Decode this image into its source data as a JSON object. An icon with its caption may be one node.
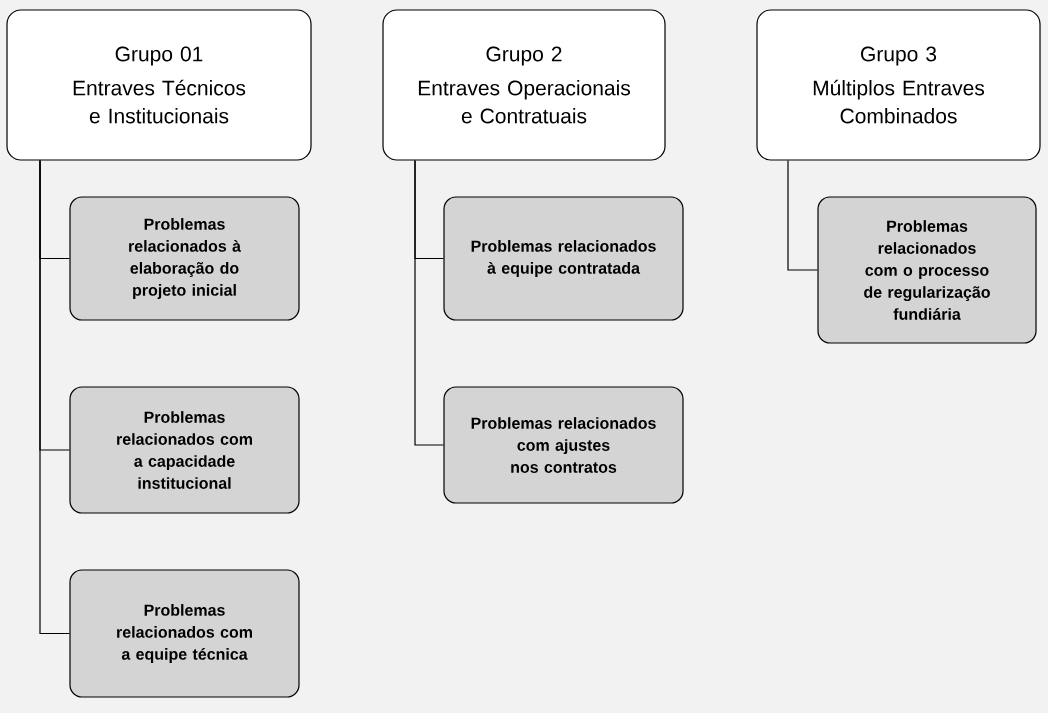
{
  "diagram": {
    "nodes": [
      {
        "text": [
          "Grupo 01",
          "Entraves Técnicos e Institucionais"
        ]
      },
      {
        "text": [
          "Grupo 2",
          "Entraves Operacionais e Contratuais"
        ]
      },
      {
        "text": [
          "Grupo 3",
          "Múltiplos Entraves Combinados"
        ]
      },
      {
        "text": [
          "Problemas relacionados à elaboração do projeto inicial"
        ]
      },
      {
        "text": [
          "Problemas relacionados com a capacidade institucional"
        ]
      },
      {
        "text": [
          "Problemas relacionados com a equipe técnica"
        ]
      },
      {
        "text": [
          "Problemas relacionados à equipe contratada"
        ]
      },
      {
        "text": [
          "Problemas relacionados com ajustes nos contratos"
        ]
      },
      {
        "text": [
          "Problemas relacionados com o processo de regularização fundiária"
        ]
      }
    ],
    "edges": [
      {
        "from": 0,
        "to": 3,
        "arrow": "none"
      },
      {
        "from": 0,
        "to": 4,
        "arrow": "none"
      },
      {
        "from": 0,
        "to": 5,
        "arrow": "none"
      },
      {
        "from": 1,
        "to": 6,
        "arrow": "none"
      },
      {
        "from": 1,
        "to": 7,
        "arrow": "none"
      },
      {
        "from": 2,
        "to": 8,
        "arrow": "none"
      }
    ]
  }
}
